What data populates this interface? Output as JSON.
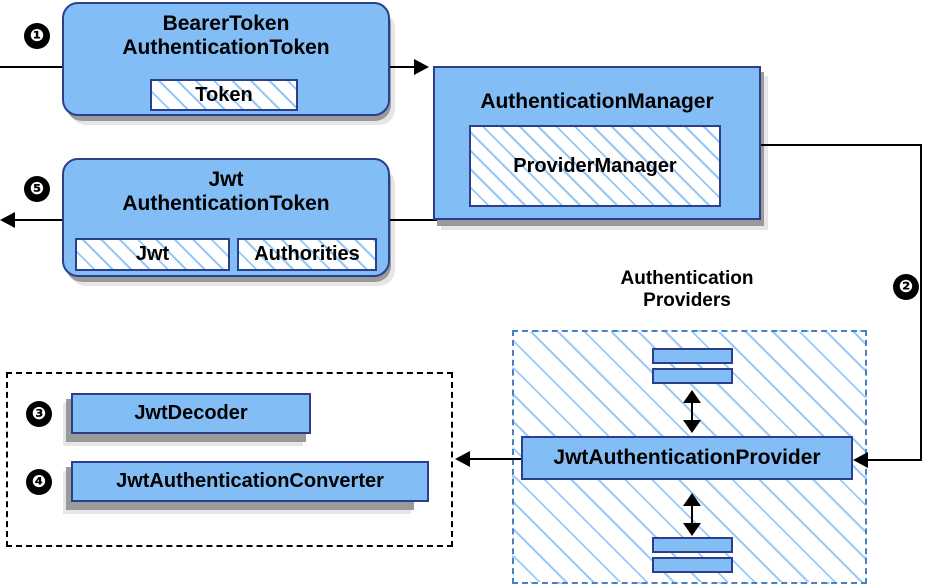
{
  "diagram": {
    "title_nodes": {
      "bearer_token": "BearerToken\nAuthenticationToken",
      "bearer_token_line1": "BearerToken",
      "bearer_token_line2": "AuthenticationToken",
      "token_field": "Token",
      "jwt_token_line1": "Jwt",
      "jwt_token_line2": "AuthenticationToken",
      "jwt_field": "Jwt",
      "authorities_field": "Authorities",
      "authentication_manager": "AuthenticationManager",
      "provider_manager": "ProviderManager",
      "providers_caption_line1": "Authentication",
      "providers_caption_line2": "Providers",
      "jwt_authentication_provider": "JwtAuthenticationProvider",
      "jwt_decoder": "JwtDecoder",
      "jwt_authentication_converter": "JwtAuthenticationConverter"
    },
    "steps": {
      "one": "❶",
      "two": "❷",
      "three": "❸",
      "four": "❹",
      "five": "❺"
    },
    "colors": {
      "node_fill": "#82bdf6",
      "node_border": "#2b3f8c",
      "hatch_line": "#82bdf6",
      "region_border": "#4b7fc4",
      "shadow_dark": "#9a9a9a",
      "shadow_light": "#e6e6e6",
      "connector": "#000000",
      "step_badge": "#000000",
      "background": "#ffffff"
    }
  }
}
